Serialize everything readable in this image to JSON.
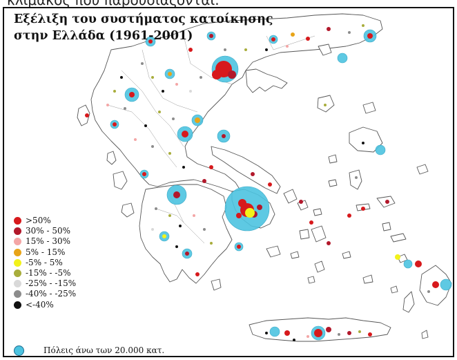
{
  "caption_fragment": "κλιμακος που παρουσιαζονται.",
  "map": {
    "title_line1": "Εξέλιξη του συστήματος κατοίκησης",
    "title_line2": "στην Ελλάδα (1961-2001)"
  },
  "legend": {
    "items": [
      {
        "label": ">50%",
        "color": "#d7191c"
      },
      {
        "label": "30% - 50%",
        "color": "#b2182b"
      },
      {
        "label": "15% - 30%",
        "color": "#f4a6a6"
      },
      {
        "label": "5% - 15%",
        "color": "#e8a417"
      },
      {
        "label": "-5% - 5%",
        "color": "#f2f21a"
      },
      {
        "label": "-15% - -5%",
        "color": "#a8ad3c"
      },
      {
        "label": "-25% - -15%",
        "color": "#d9d9d9"
      },
      {
        "label": "-40% - -25%",
        "color": "#8c8c8c"
      },
      {
        "label": "<-40%",
        "color": "#111111"
      }
    ],
    "cities_label": "Πόλεις άνω των 20.000 κατ.",
    "cities_color": "#4cc3e0"
  }
}
